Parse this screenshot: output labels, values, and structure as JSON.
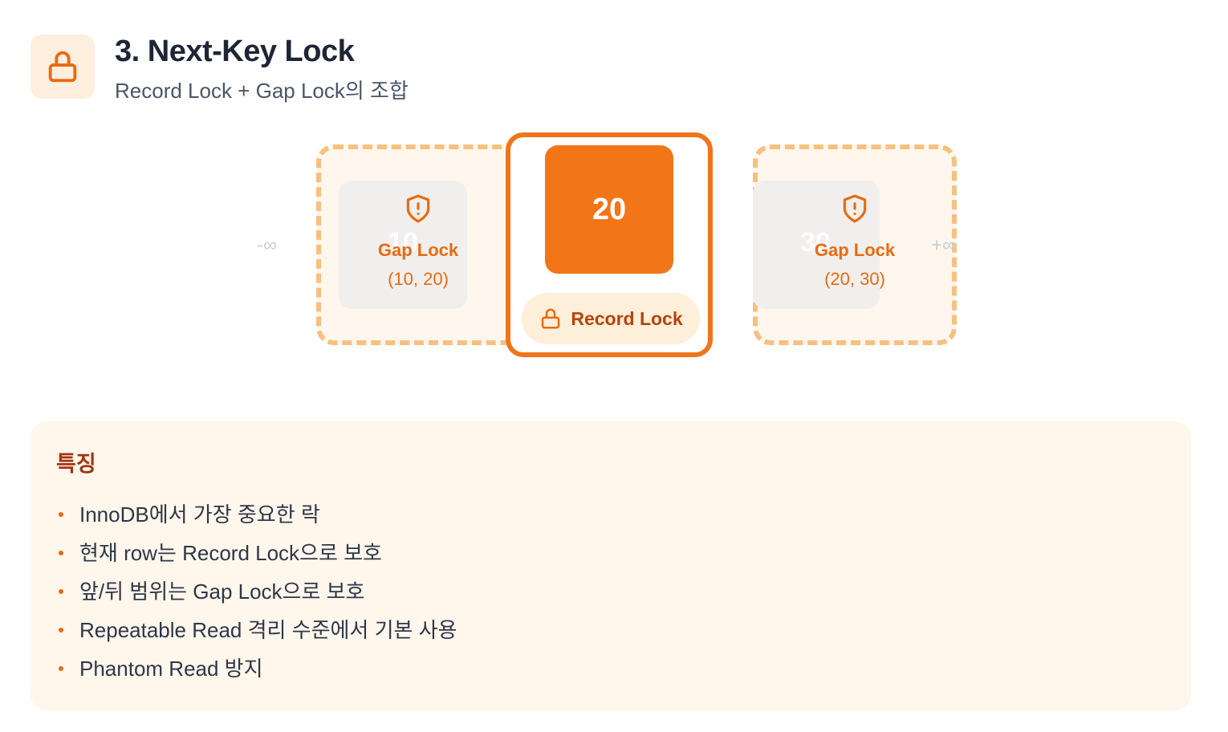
{
  "header": {
    "icon": "lock-icon",
    "title": "3. Next-Key Lock",
    "subtitle": "Record Lock + Gap Lock의 조합"
  },
  "diagram": {
    "left_bound": "-∞",
    "right_bound": "+∞",
    "gap_left": {
      "row_value": "10",
      "icon": "shield-alert-icon",
      "label": "Gap Lock",
      "range": "(10, 20)"
    },
    "record": {
      "row_value": "20",
      "icon": "lock-icon",
      "label": "Record Lock"
    },
    "gap_right": {
      "row_value": "30",
      "icon": "shield-alert-icon",
      "label": "Gap Lock",
      "range": "(20, 30)"
    }
  },
  "features": {
    "title": "특징",
    "items": [
      "InnoDB에서 가장 중요한 락",
      "현재 row는 Record Lock으로 보호",
      "앞/뒤 범위는 Gap Lock으로 보호",
      "Repeatable Read 격리 수준에서 기본 사용",
      "Phantom Read 방지"
    ]
  },
  "colors": {
    "accent": "#f27518",
    "accent_dark": "#b8430a",
    "dashed_border": "#f8c07f",
    "panel_bg": "#fff6ec",
    "icon_bg": "#fdeedd",
    "title_text": "#1e2536"
  }
}
